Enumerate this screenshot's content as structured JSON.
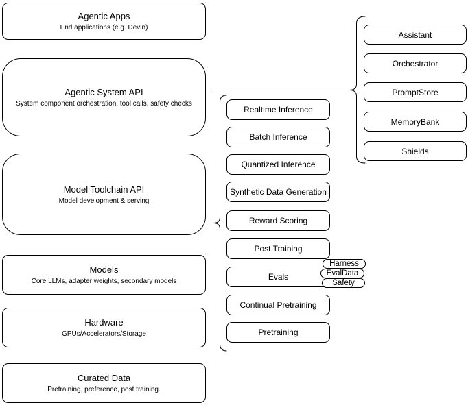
{
  "page": {
    "background_color": "#ffffff",
    "stroke_color": "#000000",
    "text_color": "#000000"
  },
  "stack": {
    "boxes": [
      {
        "title": "Agentic Apps",
        "subtitle": "End applications (e.g. Devin)"
      },
      {
        "title": "Agentic System API",
        "subtitle": "System component orchestration, tool calls, safety checks"
      },
      {
        "title": "Model Toolchain API",
        "subtitle": "Model development & serving"
      },
      {
        "title": "Models",
        "subtitle": "Core LLMs, adapter weights, secondary models"
      },
      {
        "title": "Hardware",
        "subtitle": "GPUs/Accelerators/Storage"
      },
      {
        "title": "Curated Data",
        "subtitle": "Pretraining, preference, post training."
      }
    ]
  },
  "toolchain_group": {
    "items": [
      "Realtime Inference",
      "Batch Inference",
      "Quantized Inference",
      "Synthetic Data Generation",
      "Reward Scoring",
      "Post Training",
      "Evals",
      "Continual Pretraining",
      "Pretraining"
    ]
  },
  "eval_tags": [
    "Harness",
    "EvalData",
    "Safety"
  ],
  "system_group": {
    "items": [
      "Assistant",
      "Orchestrator",
      "PromptStore",
      "MemoryBank",
      "Shields"
    ]
  }
}
